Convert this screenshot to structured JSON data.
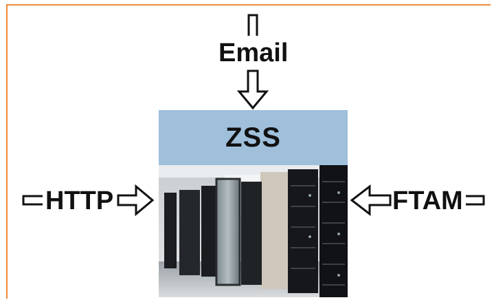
{
  "diagram": {
    "top_label": "Email",
    "center_label": "ZSS",
    "left_label": "HTTP",
    "right_label": "FTAM"
  },
  "colors": {
    "frame": "#f08a3a",
    "zss_box": "#9fbfdb"
  },
  "icons": {
    "top_arrow": "down-arrow-outline-icon",
    "left_arrow": "right-arrow-outline-icon",
    "right_arrow": "left-arrow-outline-icon",
    "server_image": "server-rack-photo"
  }
}
